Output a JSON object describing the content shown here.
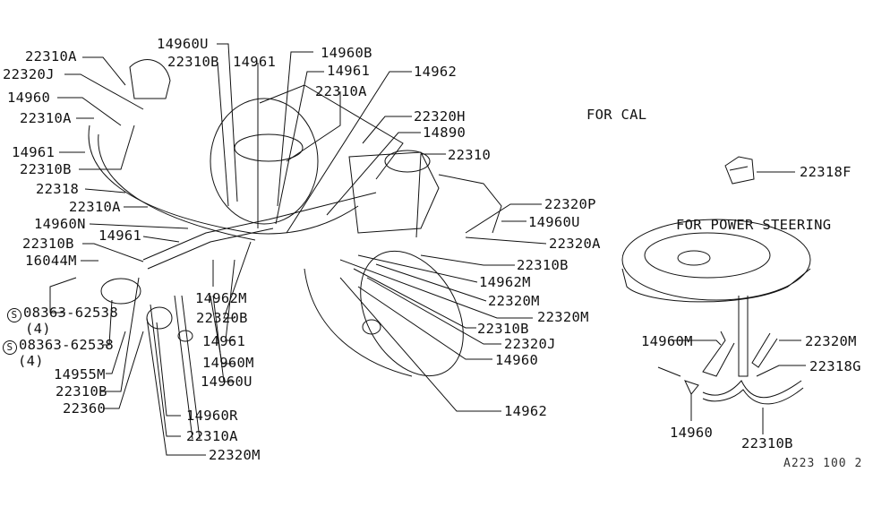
{
  "diagram": {
    "labels": [
      "22310A",
      "22320J",
      "14960",
      "22310A",
      "14961",
      "22310B",
      "22318",
      "22310A",
      "14960N",
      "14961",
      "22310B",
      "16044M",
      "08363-62538",
      "(4)",
      "08363-62538",
      "(4)",
      "14955M",
      "22310B",
      "22360",
      "14960R",
      "22310A",
      "22320M",
      "14960U",
      "22310B",
      "14961",
      "14960B",
      "14961",
      "22310A",
      "14962",
      "22320H",
      "14890",
      "22310",
      "22320P",
      "14960U",
      "22320A",
      "22310B",
      "14962M",
      "22320M",
      "22320M",
      "22310B",
      "22320J",
      "14960",
      "14962",
      "14962M",
      "22320B",
      "14961",
      "14960M",
      "14960U"
    ],
    "screw_symbol": "S",
    "for_cal": {
      "title": "FOR CAL",
      "part": "22318F"
    },
    "power_steering": {
      "title": "FOR POWER STEERING",
      "labels": [
        "14960M",
        "22320M",
        "22318G",
        "14960",
        "22310B"
      ]
    },
    "figure_code": "A223 100 2"
  }
}
